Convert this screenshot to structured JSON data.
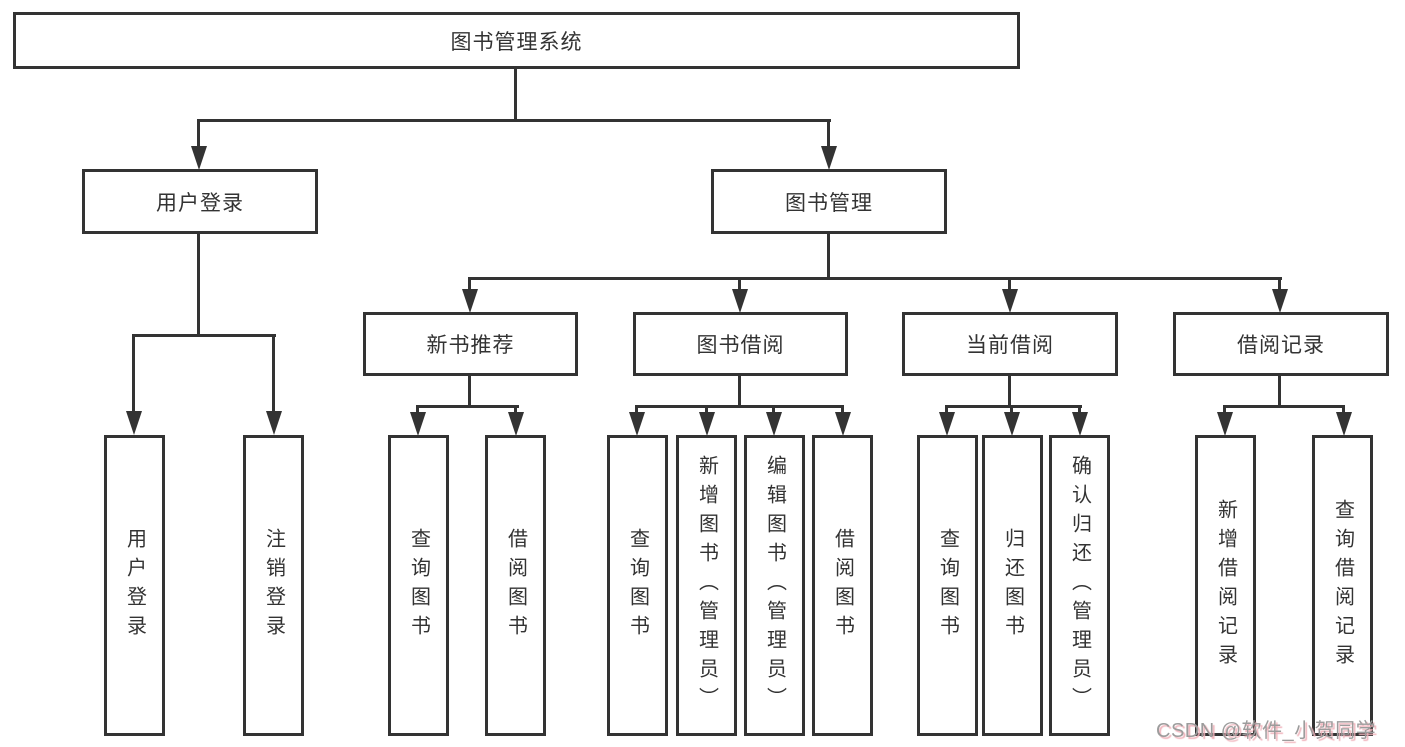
{
  "root": {
    "label": "图书管理系统"
  },
  "level2": {
    "user_login": {
      "label": "用户登录"
    },
    "book_mgmt": {
      "label": "图书管理"
    }
  },
  "level3": {
    "new_book": {
      "label": "新书推荐"
    },
    "borrow": {
      "label": "图书借阅"
    },
    "current": {
      "label": "当前借阅"
    },
    "record": {
      "label": "借阅记录"
    }
  },
  "leaves": {
    "login": {
      "label": "用户登录"
    },
    "logout": {
      "label": "注销登录"
    },
    "nb_query": {
      "label": "查询图书"
    },
    "nb_borrow": {
      "label": "借阅图书"
    },
    "bw_query": {
      "label": "查询图书"
    },
    "bw_add": {
      "label": "新增图书（管理员）"
    },
    "bw_edit": {
      "label": "编辑图书（管理员）"
    },
    "bw_borrow": {
      "label": "借阅图书"
    },
    "cur_query": {
      "label": "查询图书"
    },
    "cur_return": {
      "label": "归还图书"
    },
    "cur_confirm": {
      "label": "确认归还（管理员）"
    },
    "rec_add": {
      "label": "新增借阅记录"
    },
    "rec_query": {
      "label": "查询借阅记录"
    }
  },
  "watermark": {
    "text": "CSDN @软件_小贺同学"
  },
  "colors": {
    "line": "#333333",
    "text": "#333333",
    "background": "#ffffff",
    "watermark_gray": "#9c9c9c",
    "watermark_pink": "#f0b3bb"
  }
}
